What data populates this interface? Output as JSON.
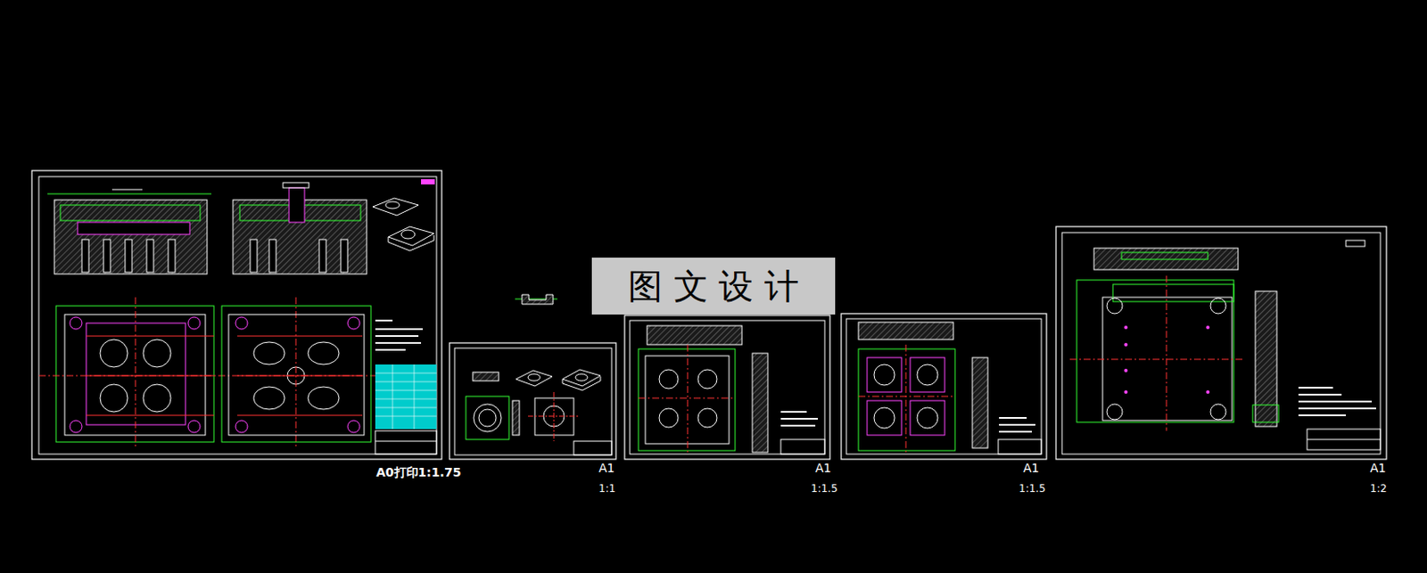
{
  "diagram": {
    "nodes": [
      {
        "text": [
          "图 文 设 计"
        ]
      }
    ],
    "labels": [
      "A0打印1:1.75",
      "A1",
      "1:1",
      "A1",
      "1:1.5",
      "A1",
      "1:1.5",
      "A1",
      "1:2"
    ]
  }
}
